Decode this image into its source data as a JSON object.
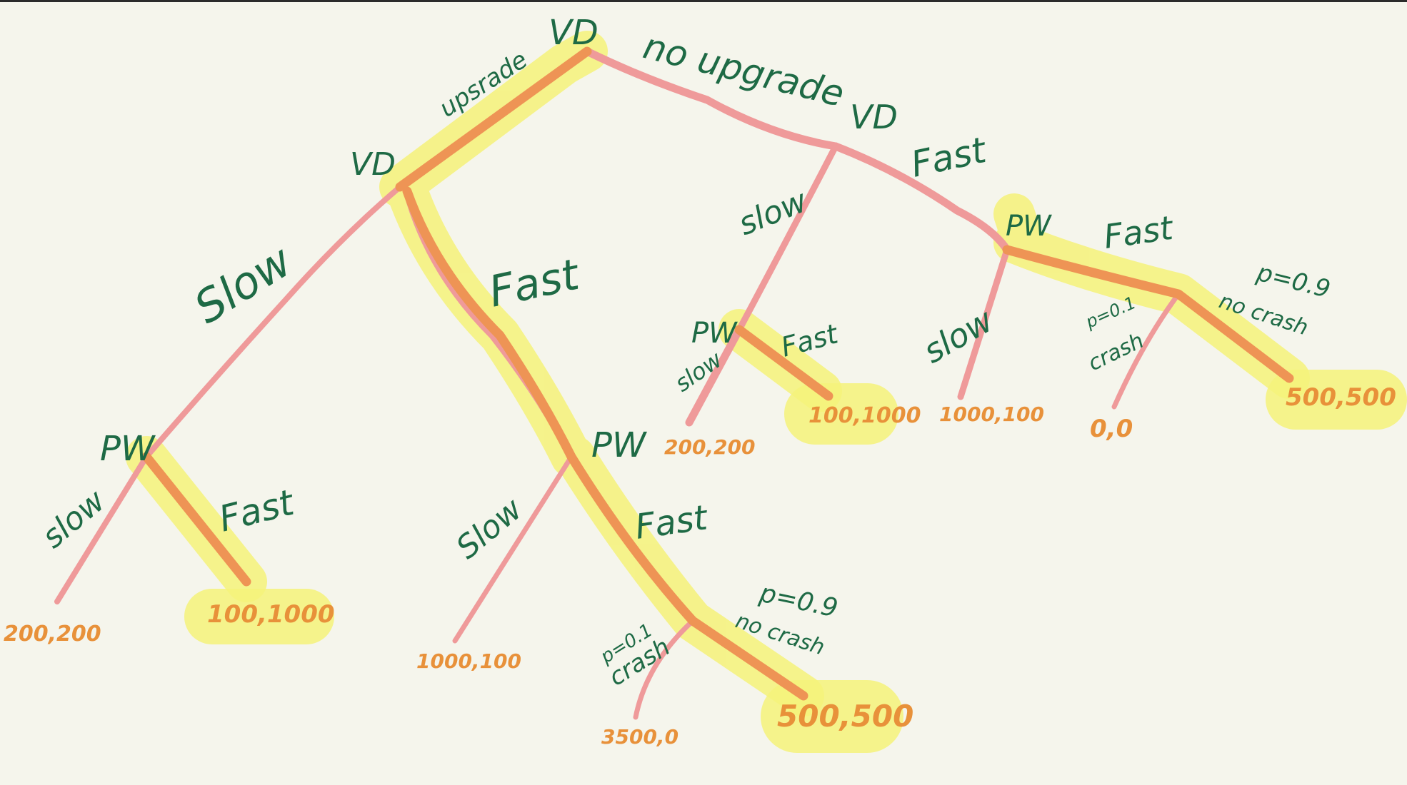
{
  "colors": {
    "background": "#f5f5ec",
    "label": "#1e6a45",
    "payoff": "#e8913a",
    "branch": "#ef9a9a",
    "chosen_path": "#ee9455",
    "highlight": "#f5f27a"
  },
  "tree": {
    "root": {
      "player": "VD"
    },
    "upgrade_label": "upsrade",
    "no_upgrade_label": "no upgrade",
    "upgrade_node": {
      "player": "VD",
      "slow_label": "Slow",
      "fast_label": "Fast",
      "slow_pw": {
        "player": "PW",
        "slow_label": "slow",
        "fast_label": "Fast",
        "slow_payoff": "200,200",
        "fast_payoff": "100,1000"
      },
      "fast_pw": {
        "player": "PW",
        "slow_label": "Slow",
        "fast_label": "Fast",
        "slow_payoff": "1000,100",
        "chance": {
          "crash_prob": "p=0.1",
          "crash_label": "crash",
          "nocrash_prob": "p=0.9",
          "nocrash_label": "no crash",
          "crash_payoff": "3500,0",
          "nocrash_payoff": "500,500"
        }
      }
    },
    "no_upgrade_node": {
      "player": "VD",
      "slow_label": "slow",
      "fast_label": "Fast",
      "slow_pw": {
        "player": "PW",
        "slow_label": "slow",
        "fast_label": "Fast",
        "slow_payoff": "200,200",
        "fast_payoff": "100,1000"
      },
      "fast_pw": {
        "player": "PW",
        "slow_label": "slow",
        "fast_label": "Fast",
        "slow_payoff": "1000,100",
        "chance": {
          "crash_prob": "p=0.1",
          "crash_label": "crash",
          "nocrash_prob": "p=0.9",
          "nocrash_label": "no crash",
          "crash_payoff": "0,0",
          "nocrash_payoff": "500,500"
        }
      }
    }
  }
}
